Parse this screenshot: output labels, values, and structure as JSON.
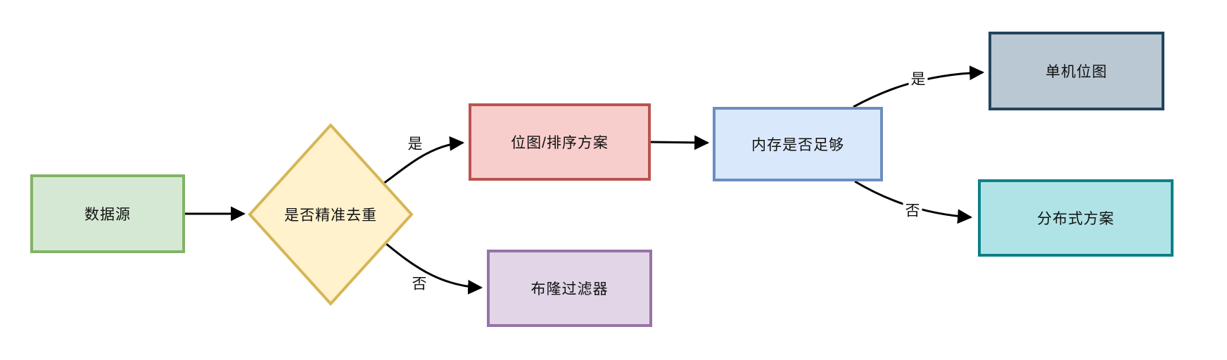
{
  "diagram": {
    "description": "deduplication solution decision flowchart",
    "canvas_background": "#ffffff",
    "edge_color": "#000000",
    "nodes": [
      {
        "id": "data-source",
        "shape": "rect",
        "label": "数据源",
        "fill": "#d5e8d4",
        "stroke": "#82b366"
      },
      {
        "id": "precise-dedup-decision",
        "shape": "diamond",
        "label": "是否精准去重",
        "fill": "#fff2cc",
        "stroke": "#d6b656"
      },
      {
        "id": "bitmap-sort-plan",
        "shape": "rect",
        "label": "位图/排序方案",
        "fill": "#f8cecc",
        "stroke": "#b85450"
      },
      {
        "id": "bloom-filter",
        "shape": "rect",
        "label": "布隆过滤器",
        "fill": "#e1d5e7",
        "stroke": "#9673a6"
      },
      {
        "id": "memory-enough-decision",
        "shape": "rect",
        "label": "内存是否足够",
        "fill": "#dae8fc",
        "stroke": "#6c8ebf"
      },
      {
        "id": "single-machine-bitmap",
        "shape": "rect",
        "label": "单机位图",
        "fill": "#bac8d3",
        "stroke": "#23445d"
      },
      {
        "id": "distributed-plan",
        "shape": "rect",
        "label": "分布式方案",
        "fill": "#b0e3e6",
        "stroke": "#0e8088"
      }
    ],
    "edges": [
      {
        "from": "data-source",
        "to": "precise-dedup-decision",
        "label": ""
      },
      {
        "from": "precise-dedup-decision",
        "to": "bitmap-sort-plan",
        "label": "是"
      },
      {
        "from": "precise-dedup-decision",
        "to": "bloom-filter",
        "label": "否"
      },
      {
        "from": "bitmap-sort-plan",
        "to": "memory-enough-decision",
        "label": ""
      },
      {
        "from": "memory-enough-decision",
        "to": "single-machine-bitmap",
        "label": "是"
      },
      {
        "from": "memory-enough-decision",
        "to": "distributed-plan",
        "label": "否"
      }
    ]
  }
}
